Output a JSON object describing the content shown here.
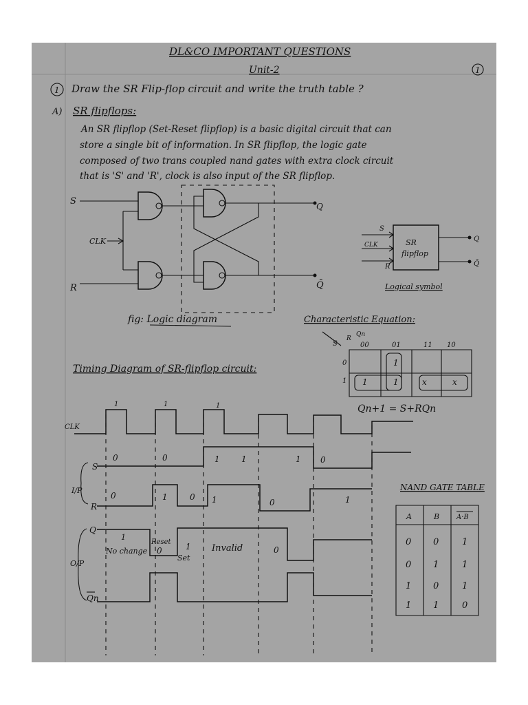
{
  "header": {
    "title": "DL&CO IMPORTANT QUESTIONS",
    "unit": "Unit-2",
    "page_number": "1"
  },
  "question": {
    "number": "1",
    "text": "Draw the SR Flip-flop circuit and write the truth table ?"
  },
  "answer": {
    "marker": "A)",
    "heading": "SR flipflops:",
    "lines": [
      "An SR flipflop (Set-Reset flipflop) is a basic digital circuit that can",
      "store a single bit of information. In SR flipflop, the logic gate",
      "composed of two trans coupled nand gates with extra clock circuit",
      "that is 'S' and 'R', clock is also input of the SR flipflop."
    ]
  },
  "logic_diagram": {
    "label_s": "S",
    "label_r": "R",
    "label_clk": "CLK",
    "label_q": "Q",
    "label_qbar": "Q̄",
    "caption": "fig: Logic diagram"
  },
  "logical_symbol": {
    "box_text_1": "SR",
    "box_text_2": "flipflop",
    "in_s": "S",
    "in_clk": "CLK",
    "in_r": "R",
    "out_q": "Q",
    "out_qbar": "Q̄",
    "caption": "Logical symbol"
  },
  "characteristic": {
    "heading": "Characteristic Equation:",
    "corner_s": "S",
    "corner_r": "R",
    "corner_qn": "Qn",
    "columns": [
      "00",
      "01",
      "11",
      "10"
    ],
    "rows": [
      {
        "label": "0",
        "cells": [
          "",
          "1",
          "",
          ""
        ]
      },
      {
        "label": "1",
        "cells": [
          "1",
          "1",
          "x",
          "x"
        ]
      }
    ],
    "equation": "Qn+1 = S+RQn"
  },
  "timing": {
    "heading": "Timing Diagram of SR-flipflop circuit:",
    "clk_label": "CLK",
    "s_label": "S",
    "r_label": "R",
    "q_label": "Q",
    "qbar_label": "Qn",
    "ip_label": "I/P",
    "op_label": "O/P",
    "clk_marks": [
      "1",
      "1",
      "1"
    ],
    "s_values": [
      "0",
      "0",
      "1",
      "1",
      "1",
      "0"
    ],
    "r_values": [
      "0",
      "1",
      "0",
      "1",
      "0",
      "1"
    ],
    "q_notes": [
      "1",
      "No change",
      "Reset",
      "0",
      "1",
      "Set",
      "Invalid",
      "0"
    ]
  },
  "nand_table": {
    "title": "NAND GATE TABLE",
    "headers": [
      "A",
      "B",
      "A·B"
    ],
    "rows": [
      [
        "0",
        "0",
        "1"
      ],
      [
        "0",
        "1",
        "1"
      ],
      [
        "1",
        "0",
        "1"
      ],
      [
        "1",
        "1",
        "0"
      ]
    ]
  }
}
